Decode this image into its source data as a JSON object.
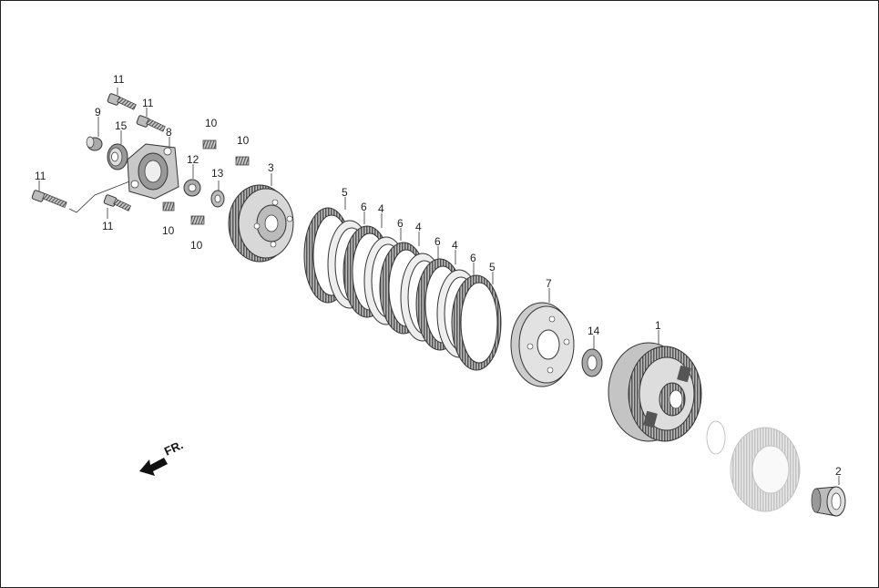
{
  "diagram": {
    "direction_label": "FR.",
    "callouts": {
      "c1": "1",
      "c2": "2",
      "c3": "3",
      "c4a": "4",
      "c4b": "4",
      "c4c": "4",
      "c5a": "5",
      "c5b": "5",
      "c6a": "6",
      "c6b": "6",
      "c6c": "6",
      "c6d": "6",
      "c7": "7",
      "c8": "8",
      "c9": "9",
      "c10a": "10",
      "c10b": "10",
      "c10c": "10",
      "c10d": "10",
      "c11a": "11",
      "c11b": "11",
      "c11c": "11",
      "c11d": "11",
      "c12": "12",
      "c13": "13",
      "c14": "14",
      "c15": "15"
    }
  }
}
